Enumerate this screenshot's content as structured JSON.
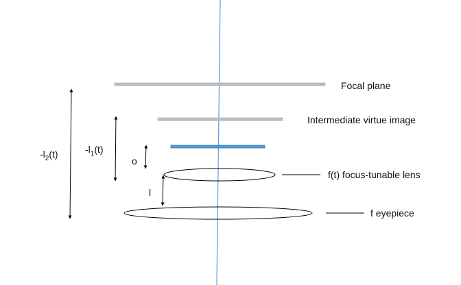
{
  "labels": {
    "focal_plane": "Focal plane",
    "intermediate_image": "Intermediate  virtue image",
    "tunable_lens": "f(t)   focus-tunable lens",
    "eyepiece": "f  eyepiece",
    "distance_o": "o",
    "distance_l": "l",
    "neg_l1": {
      "prefix": "-l",
      "subscript": "1",
      "suffix": "(t)"
    },
    "neg_l2": {
      "prefix": "-l",
      "subscript": "2",
      "suffix": "(t)"
    }
  },
  "colors": {
    "optical_axis": "#5B9BD5",
    "focal_plane": "#BFBFBF",
    "intermediate_image": "#BFBFBF",
    "object": "#5B9BD5",
    "outline": "#000000",
    "text": "#111111"
  }
}
